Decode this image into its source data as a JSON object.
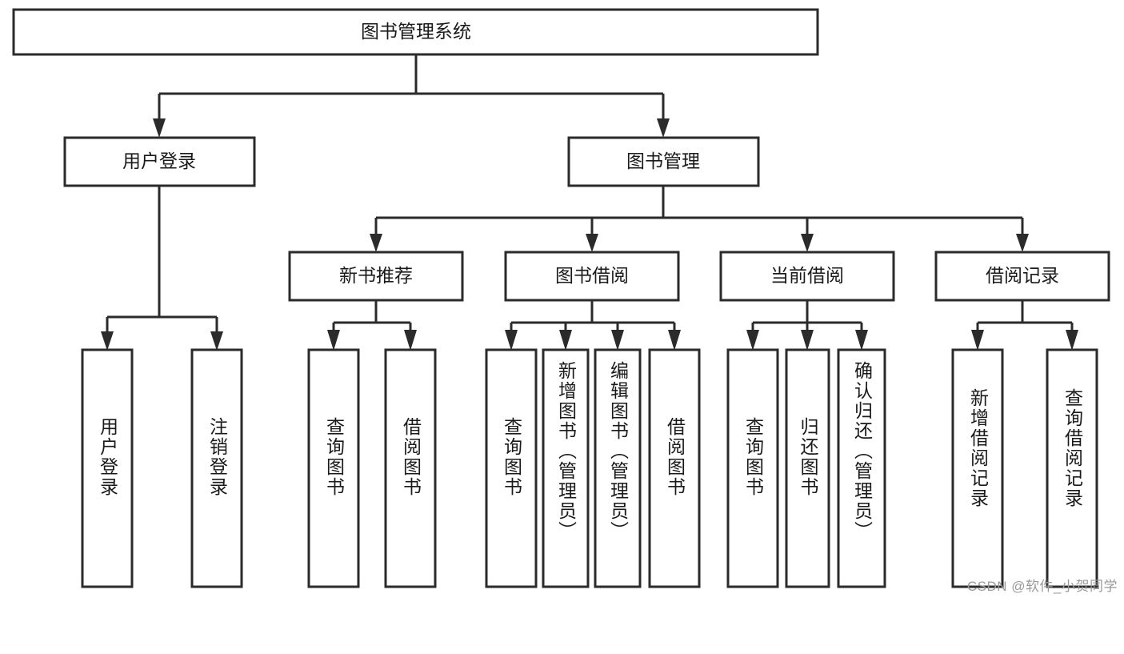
{
  "diagram": {
    "type": "tree-hierarchy-diagram",
    "title": "图书管理系统",
    "orientation": "top-down",
    "watermark": "CSDN @软件_小贺同学",
    "levels": [
      {
        "level": 0,
        "nodes": [
          {
            "id": "root",
            "label": "图书管理系统",
            "text_direction": "horizontal"
          }
        ]
      },
      {
        "level": 1,
        "nodes": [
          {
            "id": "login",
            "label": "用户登录",
            "text_direction": "horizontal",
            "parent": "root"
          },
          {
            "id": "bookmgmt",
            "label": "图书管理",
            "text_direction": "horizontal",
            "parent": "root"
          }
        ]
      },
      {
        "level": 2,
        "nodes": [
          {
            "id": "newbook",
            "label": "新书推荐",
            "text_direction": "horizontal",
            "parent": "bookmgmt"
          },
          {
            "id": "borrow",
            "label": "图书借阅",
            "text_direction": "horizontal",
            "parent": "bookmgmt"
          },
          {
            "id": "current",
            "label": "当前借阅",
            "text_direction": "horizontal",
            "parent": "bookmgmt"
          },
          {
            "id": "records",
            "label": "借阅记录",
            "text_direction": "horizontal",
            "parent": "bookmgmt"
          }
        ]
      },
      {
        "level": 3,
        "nodes": [
          {
            "id": "leaf1",
            "label": "用户登录",
            "text_direction": "vertical",
            "parent": "login"
          },
          {
            "id": "leaf2",
            "label": "注销登录",
            "text_direction": "vertical",
            "parent": "login"
          },
          {
            "id": "leaf3",
            "label": "查询图书",
            "text_direction": "vertical",
            "parent": "newbook"
          },
          {
            "id": "leaf4",
            "label": "借阅图书",
            "text_direction": "vertical",
            "parent": "newbook"
          },
          {
            "id": "leaf5",
            "label": "查询图书",
            "text_direction": "vertical",
            "parent": "borrow"
          },
          {
            "id": "leaf6",
            "label": "新增图书（管理员）",
            "text_direction": "vertical",
            "parent": "borrow"
          },
          {
            "id": "leaf7",
            "label": "编辑图书（管理员）",
            "text_direction": "vertical",
            "parent": "borrow"
          },
          {
            "id": "leaf8",
            "label": "借阅图书",
            "text_direction": "vertical",
            "parent": "borrow"
          },
          {
            "id": "leaf9",
            "label": "查询图书",
            "text_direction": "vertical",
            "parent": "current"
          },
          {
            "id": "leaf10",
            "label": "归还图书",
            "text_direction": "vertical",
            "parent": "current"
          },
          {
            "id": "leaf11",
            "label": "确认归还（管理员）",
            "text_direction": "vertical",
            "parent": "current"
          },
          {
            "id": "leaf12",
            "label": "新增借阅记录",
            "text_direction": "vertical",
            "parent": "records"
          },
          {
            "id": "leaf13",
            "label": "查询借阅记录",
            "text_direction": "vertical",
            "parent": "records"
          }
        ]
      }
    ],
    "colors": {
      "node_fill": "#ffffff",
      "node_stroke": "#2b2b2b",
      "text": "#1a1a1a",
      "background": "#ffffff",
      "watermark": "#9a9a9a"
    }
  }
}
